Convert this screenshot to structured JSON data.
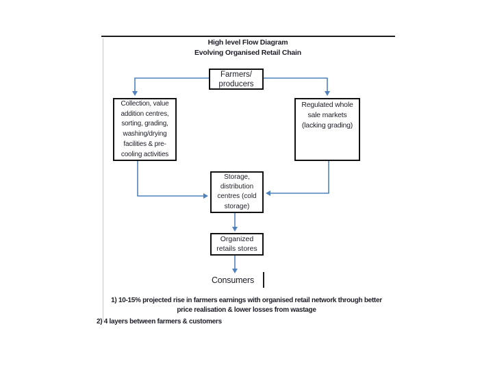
{
  "colors": {
    "arrow_accent": "#4f81bd",
    "box_border": "#111111",
    "rule_black": "#1b1b1b",
    "frame_gray": "#c9c9c9",
    "text": "#1c1d26"
  },
  "title": "High level Flow Diagram\nEvolving Organised Retail Chain",
  "nodes": {
    "farmers": "Farmers/\nproducers",
    "collection": "Collection, value\naddition centres,\nsorting, grading,\nwashing/drying\nfacilities & pre-\ncooling activities",
    "wholesale": "Regulated whole\nsale markets\n(lacking grading)",
    "storage": "Storage,\ndistribution\ncentres (cold\nstorage)",
    "organized": "Organized\nretails stores",
    "consumers": "Consumers"
  },
  "notes": {
    "note1": "1) 10-15% projected rise in farmers earnings with organised retail network through better\nprice realisation & lower losses from wastage",
    "note2": "2) 4 layers between farmers & customers"
  }
}
